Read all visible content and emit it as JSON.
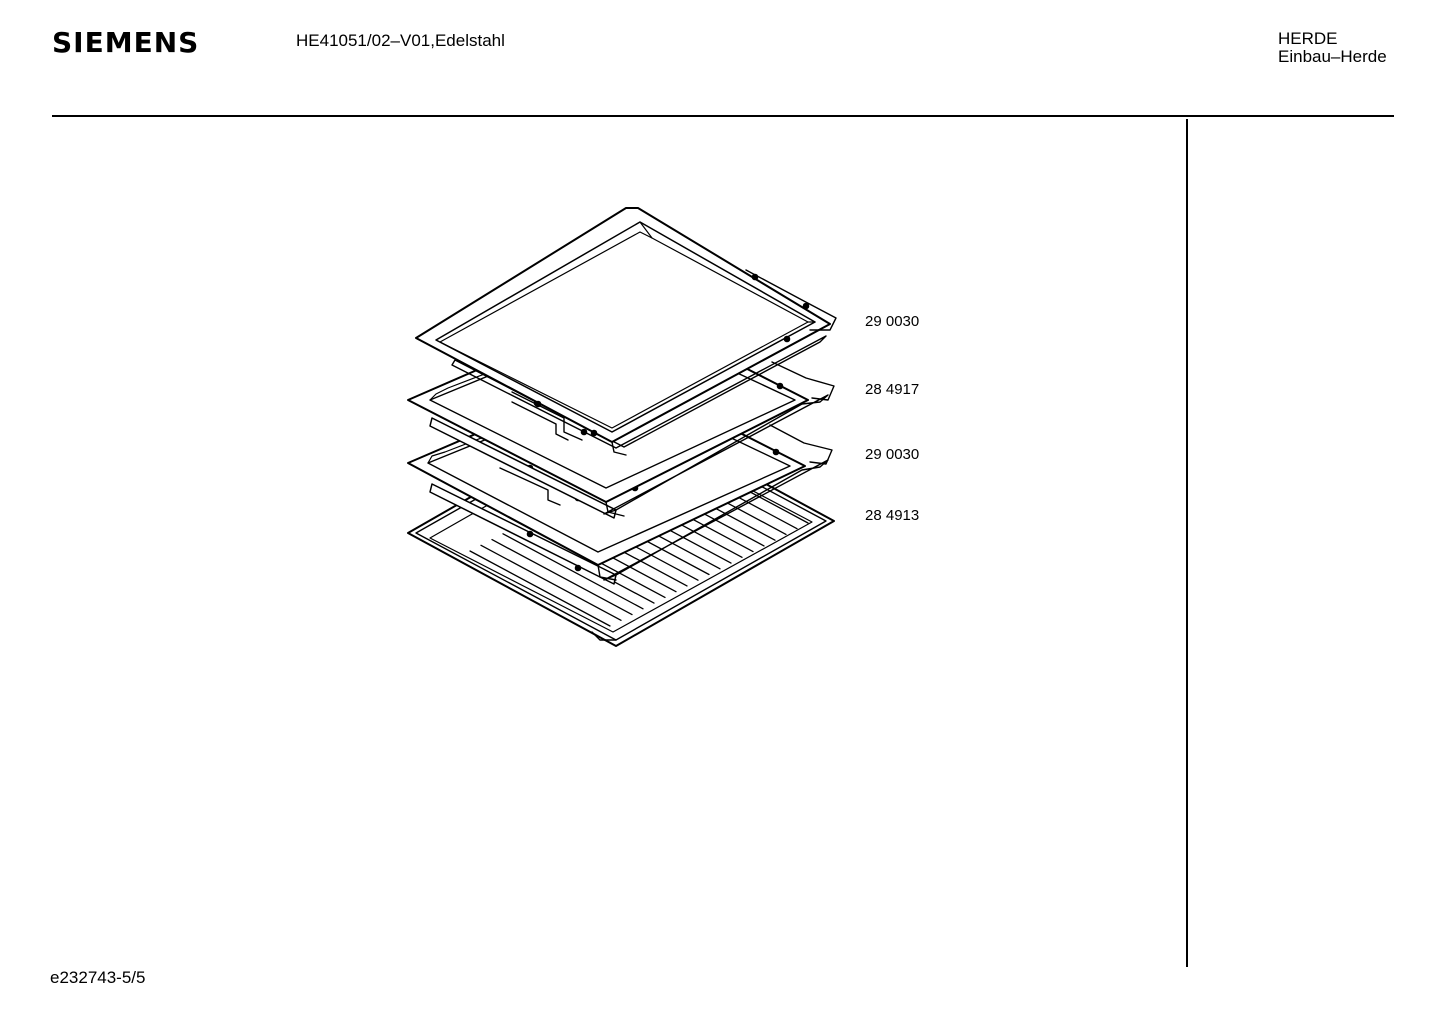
{
  "header": {
    "brand": "SIEMENS",
    "model": "HE41051/02–V01,Edelstahl",
    "category_line1": "HERDE",
    "category_line2": "Einbau–Herde"
  },
  "drawing": {
    "parts": [
      {
        "number": "29 0030",
        "item": "deep-tray-icon"
      },
      {
        "number": "28 4917",
        "item": "baking-tray-icon"
      },
      {
        "number": "29 0030",
        "item": "baking-tray-icon"
      },
      {
        "number": "28 4913",
        "item": "wire-rack-icon"
      }
    ]
  },
  "footer": {
    "page_code": "e232743-5/5"
  }
}
